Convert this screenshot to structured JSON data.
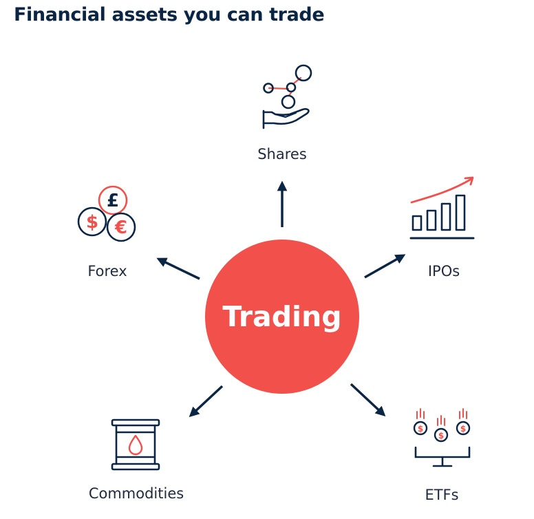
{
  "title": "Financial assets you can trade",
  "center": {
    "label": "Trading"
  },
  "assets": [
    {
      "id": "shares",
      "label": "Shares",
      "icon": "hand-network-icon"
    },
    {
      "id": "ipos",
      "label": "IPOs",
      "icon": "growth-bar-chart-icon"
    },
    {
      "id": "etfs",
      "label": "ETFs",
      "icon": "coins-monitor-icon"
    },
    {
      "id": "commodities",
      "label": "Commodities",
      "icon": "oil-barrel-icon"
    },
    {
      "id": "forex",
      "label": "Forex",
      "icon": "currency-coins-icon"
    }
  ],
  "currency_symbols": {
    "pound": "£",
    "dollar": "$",
    "euro": "€"
  },
  "colors": {
    "navy": "#0b2545",
    "accent": "#f2504b",
    "text": "#1f2a3d"
  }
}
